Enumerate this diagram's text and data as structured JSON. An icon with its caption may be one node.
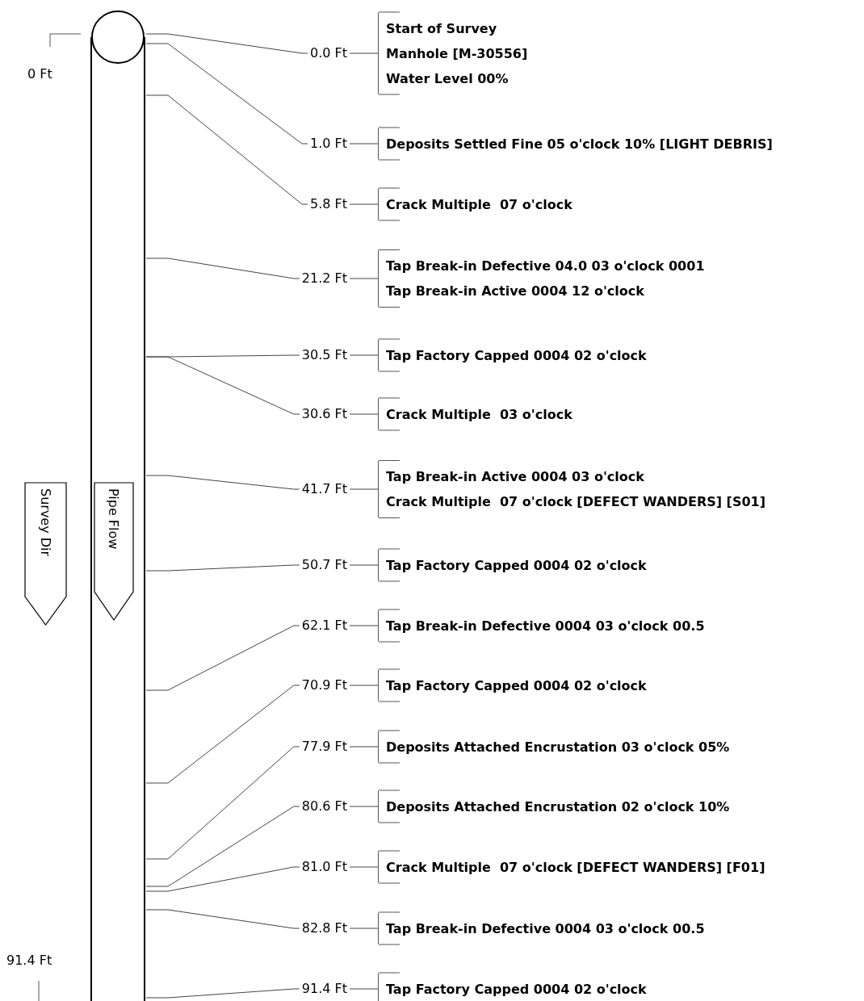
{
  "diagram": {
    "nodes": [
      {
        "text": [],
        "shape": "cylinder"
      },
      {
        "text": [
          "0.0 Ft"
        ]
      },
      {
        "text": [
          "Start of Survey",
          "Manhole [M-30556]",
          "Water Level 00%"
        ]
      },
      {
        "text": [
          "1.0 Ft"
        ]
      },
      {
        "text": [
          "Deposits Settled Fine 05 o'clock 10% [LIGHT DEBRIS]"
        ]
      },
      {
        "text": [
          "5.8 Ft"
        ]
      },
      {
        "text": [
          "Crack Multiple  07 o'clock"
        ]
      },
      {
        "text": [
          "21.2 Ft"
        ]
      },
      {
        "text": [
          "Tap Break-in Defective 04.0 03 o'clock 0001",
          "Tap Break-in Active 0004 12 o'clock"
        ]
      },
      {
        "text": [
          "30.5 Ft"
        ]
      },
      {
        "text": [
          "Tap Factory Capped 0004 02 o'clock"
        ]
      },
      {
        "text": [
          "30.6 Ft"
        ]
      },
      {
        "text": [
          "Crack Multiple  03 o'clock"
        ]
      },
      {
        "text": [
          "41.7 Ft"
        ]
      },
      {
        "text": [
          "Tap Break-in Active 0004 03 o'clock",
          "Crack Multiple  07 o'clock [DEFECT WANDERS] [S01]"
        ]
      },
      {
        "text": [
          "50.7 Ft"
        ]
      },
      {
        "text": [
          "Tap Factory Capped 0004 02 o'clock"
        ]
      },
      {
        "text": [
          "62.1 Ft"
        ]
      },
      {
        "text": [
          "Tap Break-in Defective 0004 03 o'clock 00.5"
        ]
      },
      {
        "text": [
          "70.9 Ft"
        ]
      },
      {
        "text": [
          "Tap Factory Capped 0004 02 o'clock"
        ]
      },
      {
        "text": [
          "77.9 Ft"
        ]
      },
      {
        "text": [
          "Deposits Attached Encrustation 03 o'clock 05%"
        ]
      },
      {
        "text": [
          "80.6 Ft"
        ]
      },
      {
        "text": [
          "Deposits Attached Encrustation 02 o'clock 10%"
        ]
      },
      {
        "text": [
          "81.0 Ft"
        ]
      },
      {
        "text": [
          "Crack Multiple  07 o'clock [DEFECT WANDERS] [F01]"
        ]
      },
      {
        "text": [
          "82.8 Ft"
        ]
      },
      {
        "text": [
          "Tap Break-in Defective 0004 03 o'clock 00.5"
        ]
      },
      {
        "text": [
          "91.4 Ft"
        ]
      },
      {
        "text": [
          "Tap Factory Capped 0004 02 o'clock"
        ]
      },
      {
        "text": [
          "Survey Dir"
        ]
      },
      {
        "text": [
          "Pipe Flow"
        ],
        "in": 0
      }
    ],
    "edges": [
      {
        "from": 1,
        "to": 0,
        "arrow": "none"
      },
      {
        "from": 1,
        "to": 2,
        "arrow": "none"
      },
      {
        "from": 3,
        "to": 0,
        "arrow": "none"
      },
      {
        "from": 3,
        "to": 4,
        "arrow": "none"
      },
      {
        "from": 5,
        "to": 0,
        "arrow": "none"
      },
      {
        "from": 5,
        "to": 6,
        "arrow": "none"
      },
      {
        "from": 7,
        "to": 0,
        "arrow": "none"
      },
      {
        "from": 7,
        "to": 8,
        "arrow": "none"
      },
      {
        "from": 9,
        "to": 0,
        "arrow": "none"
      },
      {
        "from": 9,
        "to": 10,
        "arrow": "none"
      },
      {
        "from": 11,
        "to": 0,
        "arrow": "none"
      },
      {
        "from": 11,
        "to": 12,
        "arrow": "none"
      },
      {
        "from": 13,
        "to": 0,
        "arrow": "none"
      },
      {
        "from": 13,
        "to": 14,
        "arrow": "none"
      },
      {
        "from": 15,
        "to": 0,
        "arrow": "none"
      },
      {
        "from": 15,
        "to": 16,
        "arrow": "none"
      },
      {
        "from": 17,
        "to": 0,
        "arrow": "none"
      },
      {
        "from": 17,
        "to": 18,
        "arrow": "none"
      },
      {
        "from": 19,
        "to": 0,
        "arrow": "none"
      },
      {
        "from": 19,
        "to": 20,
        "arrow": "none"
      },
      {
        "from": 21,
        "to": 0,
        "arrow": "none"
      },
      {
        "from": 21,
        "to": 22,
        "arrow": "none"
      },
      {
        "from": 23,
        "to": 0,
        "arrow": "none"
      },
      {
        "from": 23,
        "to": 24,
        "arrow": "none"
      },
      {
        "from": 25,
        "to": 0,
        "arrow": "none"
      },
      {
        "from": 25,
        "to": 26,
        "arrow": "none"
      },
      {
        "from": 27,
        "to": 0,
        "arrow": "none"
      },
      {
        "from": 27,
        "to": 28,
        "arrow": "none"
      },
      {
        "from": 29,
        "to": 0,
        "arrow": "none"
      },
      {
        "from": 29,
        "to": 30,
        "arrow": "none"
      }
    ],
    "labels": [
      "0 Ft",
      "91.4 Ft"
    ]
  }
}
